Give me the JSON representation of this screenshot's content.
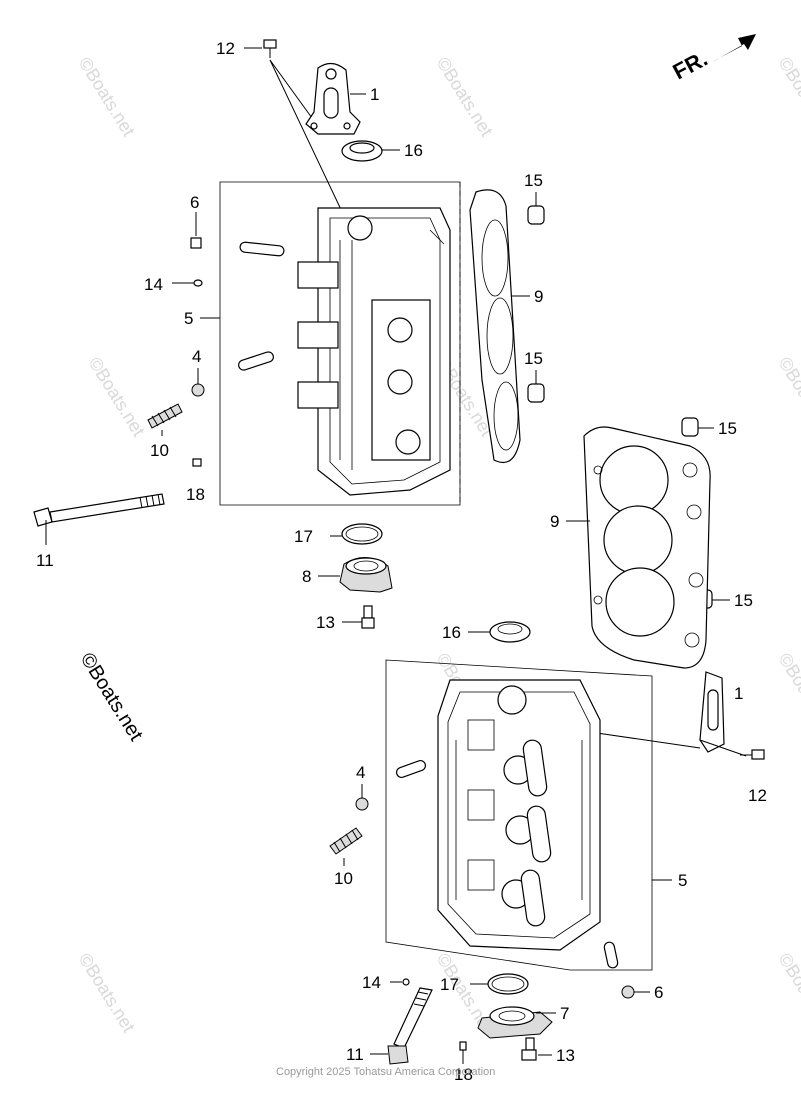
{
  "orientation": {
    "label": "FR."
  },
  "callouts": {
    "c12_top": "12",
    "c1_top": "1",
    "c16_top": "16",
    "c6_top": "6",
    "c14_top": "14",
    "c5_top": "5",
    "c4_top": "4",
    "c10_top": "10",
    "c18_top": "18",
    "c11_top": "11",
    "c15_a": "15",
    "c9_top": "9",
    "c15_b": "15",
    "c15_c": "15",
    "c9_mid": "9",
    "c15_d": "15",
    "c17_top": "17",
    "c8": "8",
    "c13_top": "13",
    "c16_bot": "16",
    "c1_bot": "1",
    "c12_bot": "12",
    "c4_bot": "4",
    "c10_bot": "10",
    "c5_bot": "5",
    "c14_bot": "14",
    "c17_bot": "17",
    "c7": "7",
    "c6_bot": "6",
    "c11_bot": "11",
    "c18_bot": "18",
    "c13_bot": "13"
  },
  "watermark": {
    "text": "©Boats.net",
    "prominent": "©Boats.net"
  },
  "copyright": "Copyright 2025 Tohatsu America Corporation"
}
